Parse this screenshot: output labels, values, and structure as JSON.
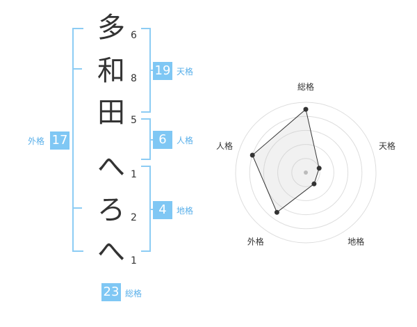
{
  "name_chars": [
    {
      "char": "多",
      "strokes": "6"
    },
    {
      "char": "和",
      "strokes": "8"
    },
    {
      "char": "田",
      "strokes": "5"
    },
    {
      "char": "へ",
      "strokes": "1"
    },
    {
      "char": "ろ",
      "strokes": "2"
    },
    {
      "char": "へ",
      "strokes": "1"
    }
  ],
  "kaku": {
    "tenkaku": {
      "value": "19",
      "label": "天格"
    },
    "jinkaku": {
      "value": "6",
      "label": "人格"
    },
    "chikaku": {
      "value": "4",
      "label": "地格"
    },
    "gaikaku": {
      "value": "17",
      "label": "外格"
    },
    "soukaku": {
      "value": "23",
      "label": "総格"
    }
  },
  "chart_data": {
    "type": "radar",
    "axes": [
      "総格",
      "天格",
      "地格",
      "外格",
      "人格"
    ],
    "values": [
      0.9,
      0.2,
      0.2,
      0.7,
      0.8
    ],
    "max": 1,
    "rings": 5
  },
  "colors": {
    "accent": "#7fc7f4",
    "label": "#5ab0ea",
    "bracket": "#8cccf4"
  }
}
